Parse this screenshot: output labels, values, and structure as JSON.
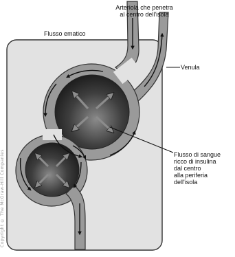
{
  "labels": {
    "arteriola": "Arteriola che penetra\nal centro dell'isola",
    "flusso_ematico": "Flusso ematico",
    "venula": "Venula",
    "flusso_sangue": "Flusso di sangue\nricco di insulina\ndal centro\nalla periferia\ndell'isola"
  },
  "side_text": "Copyright © The McGraw-Hill Companies",
  "colors": {
    "tissue": "#e2e2e2",
    "vessel": "#9a9a9a",
    "vessel_edge": "#3a3a3a",
    "islet_dark": "#2a2a2a",
    "islet_light": "#8a8a8a",
    "arrow": "#8c8c8c"
  }
}
